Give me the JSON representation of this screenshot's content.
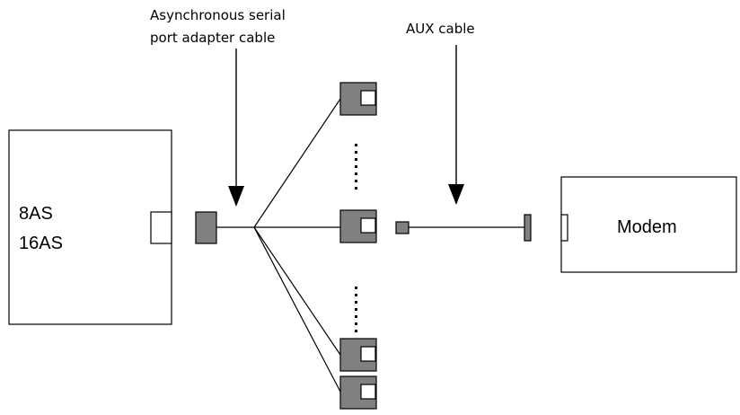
{
  "labels": {
    "adapter_cable_line1": "Asynchronous serial",
    "adapter_cable_line2": "port adapter cable",
    "aux_cable": "AUX cable",
    "card_line1": "8AS",
    "card_line2": "16AS",
    "modem": "Modem"
  },
  "colors": {
    "connector_fill": "#808080",
    "stroke": "#000000",
    "background": "#ffffff"
  }
}
